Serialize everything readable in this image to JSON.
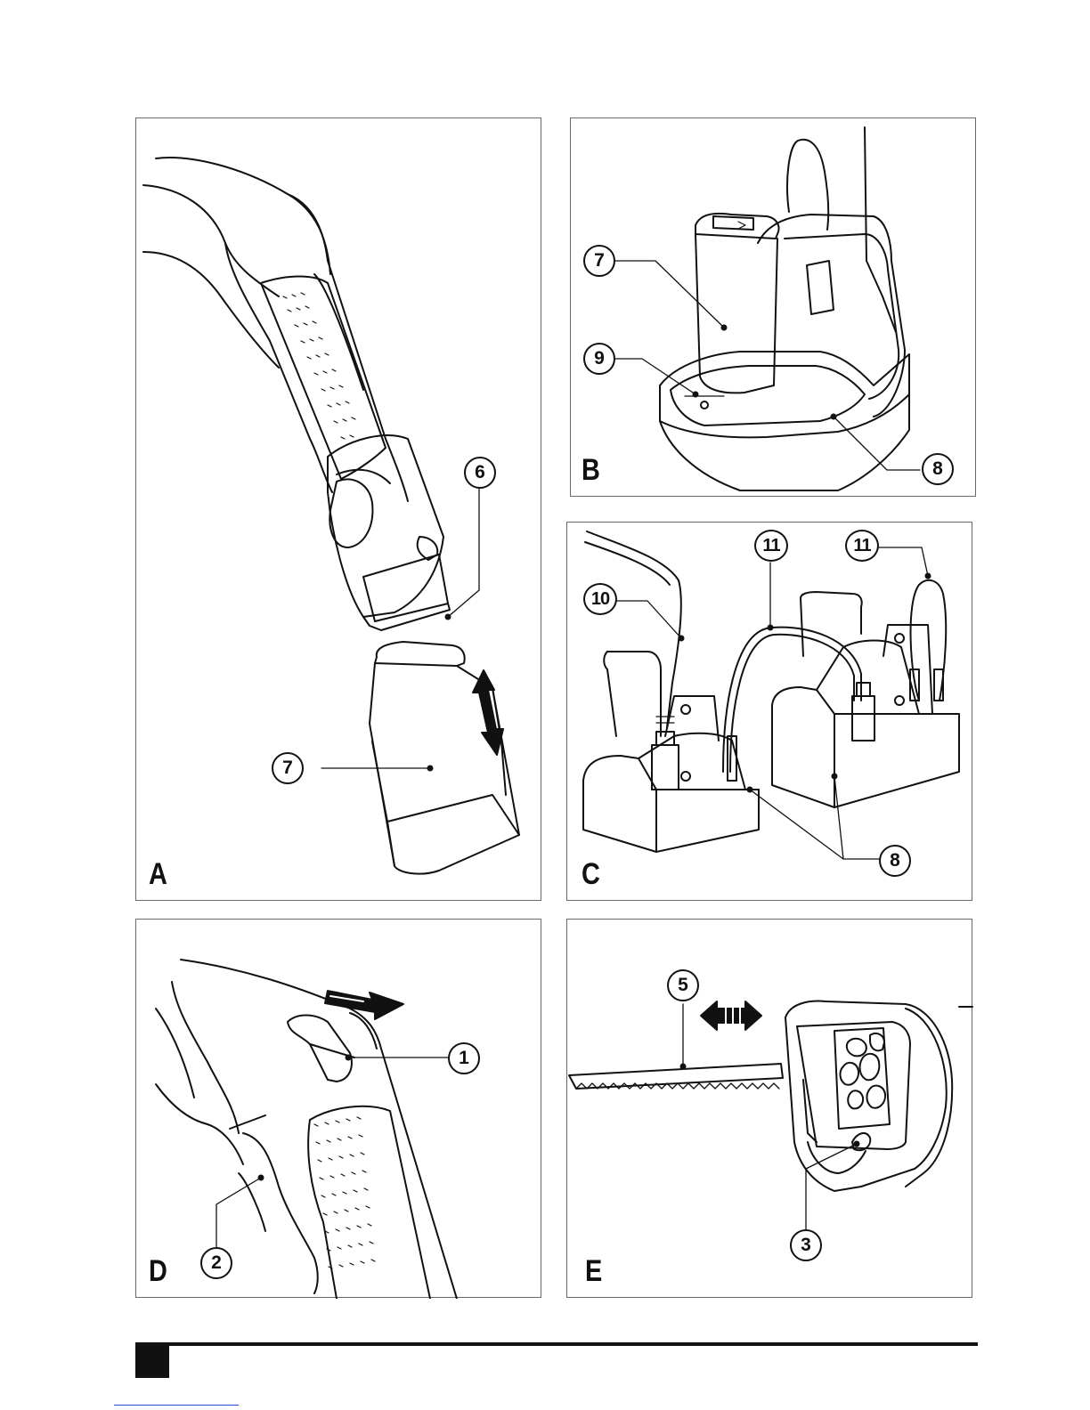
{
  "figures": {
    "A": {
      "letter": "A",
      "callouts": [
        "6",
        "7"
      ]
    },
    "B": {
      "letter": "B",
      "callouts": [
        "7",
        "9",
        "8"
      ]
    },
    "C": {
      "letter": "C",
      "callouts": [
        "10",
        "11",
        "11",
        "8"
      ]
    },
    "D": {
      "letter": "D",
      "callouts": [
        "1",
        "2"
      ]
    },
    "E": {
      "letter": "E",
      "callouts": [
        "5",
        "3"
      ]
    }
  },
  "colors": {
    "line": "#111111",
    "border": "#6a6a6a",
    "paper": "#ffffff",
    "link": "#1a4fd0"
  }
}
